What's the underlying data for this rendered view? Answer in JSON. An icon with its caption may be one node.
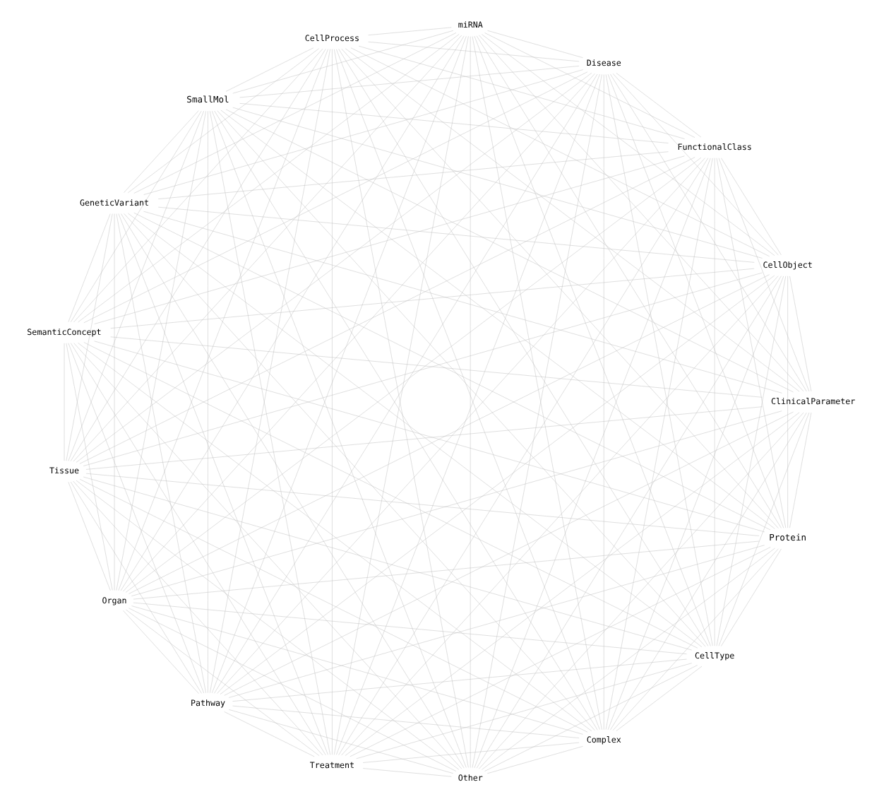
{
  "diagram": {
    "nodes": [
      {
        "text": [
          "Protein"
        ]
      },
      {
        "text": [
          "ClinicalParameter"
        ]
      },
      {
        "text": [
          "Complex"
        ]
      },
      {
        "text": [
          "Other"
        ]
      },
      {
        "text": [
          "Treatment"
        ]
      },
      {
        "text": [
          "Pathway"
        ]
      },
      {
        "text": [
          "Organ"
        ]
      },
      {
        "text": [
          "Tissue"
        ]
      },
      {
        "text": [
          "SemanticConcept"
        ]
      },
      {
        "text": [
          "GeneticVariant"
        ]
      },
      {
        "text": [
          "SmallMol"
        ]
      },
      {
        "text": [
          "CellProcess"
        ]
      },
      {
        "text": [
          "miRNA"
        ]
      },
      {
        "text": [
          "Disease"
        ]
      },
      {
        "text": [
          "FunctionalClass"
        ]
      },
      {
        "text": [
          "CellObject"
        ]
      },
      {
        "text": [
          "CellType"
        ]
      }
    ],
    "edges": [
      {
        "from": 0,
        "to": 1,
        "arrow": "none"
      },
      {
        "from": 0,
        "to": 2,
        "arrow": "none"
      },
      {
        "from": 0,
        "to": 3,
        "arrow": "none"
      },
      {
        "from": 0,
        "to": 4,
        "arrow": "none"
      },
      {
        "from": 0,
        "to": 5,
        "arrow": "none"
      },
      {
        "from": 0,
        "to": 6,
        "arrow": "none"
      },
      {
        "from": 0,
        "to": 7,
        "arrow": "none"
      },
      {
        "from": 0,
        "to": 8,
        "arrow": "none"
      },
      {
        "from": 0,
        "to": 9,
        "arrow": "none"
      },
      {
        "from": 0,
        "to": 10,
        "arrow": "none"
      },
      {
        "from": 0,
        "to": 11,
        "arrow": "none"
      },
      {
        "from": 0,
        "to": 12,
        "arrow": "none"
      },
      {
        "from": 0,
        "to": 13,
        "arrow": "none"
      },
      {
        "from": 0,
        "to": 14,
        "arrow": "none"
      },
      {
        "from": 0,
        "to": 15,
        "arrow": "none"
      },
      {
        "from": 0,
        "to": 16,
        "arrow": "none"
      },
      {
        "from": 1,
        "to": 2,
        "arrow": "none"
      },
      {
        "from": 1,
        "to": 3,
        "arrow": "none"
      },
      {
        "from": 1,
        "to": 4,
        "arrow": "none"
      },
      {
        "from": 1,
        "to": 5,
        "arrow": "none"
      },
      {
        "from": 1,
        "to": 6,
        "arrow": "none"
      },
      {
        "from": 1,
        "to": 7,
        "arrow": "none"
      },
      {
        "from": 1,
        "to": 8,
        "arrow": "none"
      },
      {
        "from": 1,
        "to": 9,
        "arrow": "none"
      },
      {
        "from": 1,
        "to": 10,
        "arrow": "none"
      },
      {
        "from": 1,
        "to": 11,
        "arrow": "none"
      },
      {
        "from": 1,
        "to": 12,
        "arrow": "none"
      },
      {
        "from": 1,
        "to": 13,
        "arrow": "none"
      },
      {
        "from": 1,
        "to": 14,
        "arrow": "none"
      },
      {
        "from": 1,
        "to": 15,
        "arrow": "none"
      },
      {
        "from": 1,
        "to": 16,
        "arrow": "none"
      },
      {
        "from": 2,
        "to": 3,
        "arrow": "none"
      },
      {
        "from": 2,
        "to": 4,
        "arrow": "none"
      },
      {
        "from": 2,
        "to": 5,
        "arrow": "none"
      },
      {
        "from": 2,
        "to": 6,
        "arrow": "none"
      },
      {
        "from": 2,
        "to": 7,
        "arrow": "none"
      },
      {
        "from": 2,
        "to": 8,
        "arrow": "none"
      },
      {
        "from": 2,
        "to": 9,
        "arrow": "none"
      },
      {
        "from": 2,
        "to": 10,
        "arrow": "none"
      },
      {
        "from": 2,
        "to": 11,
        "arrow": "none"
      },
      {
        "from": 2,
        "to": 12,
        "arrow": "none"
      },
      {
        "from": 2,
        "to": 13,
        "arrow": "none"
      },
      {
        "from": 2,
        "to": 14,
        "arrow": "none"
      },
      {
        "from": 2,
        "to": 15,
        "arrow": "none"
      },
      {
        "from": 2,
        "to": 16,
        "arrow": "none"
      },
      {
        "from": 3,
        "to": 4,
        "arrow": "none"
      },
      {
        "from": 3,
        "to": 5,
        "arrow": "none"
      },
      {
        "from": 3,
        "to": 6,
        "arrow": "none"
      },
      {
        "from": 3,
        "to": 7,
        "arrow": "none"
      },
      {
        "from": 3,
        "to": 8,
        "arrow": "none"
      },
      {
        "from": 3,
        "to": 9,
        "arrow": "none"
      },
      {
        "from": 3,
        "to": 10,
        "arrow": "none"
      },
      {
        "from": 3,
        "to": 11,
        "arrow": "none"
      },
      {
        "from": 3,
        "to": 12,
        "arrow": "none"
      },
      {
        "from": 3,
        "to": 13,
        "arrow": "none"
      },
      {
        "from": 3,
        "to": 14,
        "arrow": "none"
      },
      {
        "from": 3,
        "to": 15,
        "arrow": "none"
      },
      {
        "from": 3,
        "to": 16,
        "arrow": "none"
      },
      {
        "from": 4,
        "to": 5,
        "arrow": "none"
      },
      {
        "from": 4,
        "to": 6,
        "arrow": "none"
      },
      {
        "from": 4,
        "to": 7,
        "arrow": "none"
      },
      {
        "from": 4,
        "to": 8,
        "arrow": "none"
      },
      {
        "from": 4,
        "to": 9,
        "arrow": "none"
      },
      {
        "from": 4,
        "to": 10,
        "arrow": "none"
      },
      {
        "from": 4,
        "to": 11,
        "arrow": "none"
      },
      {
        "from": 4,
        "to": 12,
        "arrow": "none"
      },
      {
        "from": 4,
        "to": 13,
        "arrow": "none"
      },
      {
        "from": 4,
        "to": 14,
        "arrow": "none"
      },
      {
        "from": 4,
        "to": 15,
        "arrow": "none"
      },
      {
        "from": 4,
        "to": 16,
        "arrow": "none"
      },
      {
        "from": 5,
        "to": 6,
        "arrow": "none"
      },
      {
        "from": 5,
        "to": 7,
        "arrow": "none"
      },
      {
        "from": 5,
        "to": 8,
        "arrow": "none"
      },
      {
        "from": 5,
        "to": 9,
        "arrow": "none"
      },
      {
        "from": 5,
        "to": 10,
        "arrow": "none"
      },
      {
        "from": 5,
        "to": 11,
        "arrow": "none"
      },
      {
        "from": 5,
        "to": 12,
        "arrow": "none"
      },
      {
        "from": 5,
        "to": 13,
        "arrow": "none"
      },
      {
        "from": 5,
        "to": 14,
        "arrow": "none"
      },
      {
        "from": 5,
        "to": 15,
        "arrow": "none"
      },
      {
        "from": 5,
        "to": 16,
        "arrow": "none"
      },
      {
        "from": 6,
        "to": 7,
        "arrow": "none"
      },
      {
        "from": 6,
        "to": 8,
        "arrow": "none"
      },
      {
        "from": 6,
        "to": 9,
        "arrow": "none"
      },
      {
        "from": 6,
        "to": 10,
        "arrow": "none"
      },
      {
        "from": 6,
        "to": 11,
        "arrow": "none"
      },
      {
        "from": 6,
        "to": 12,
        "arrow": "none"
      },
      {
        "from": 6,
        "to": 13,
        "arrow": "none"
      },
      {
        "from": 6,
        "to": 14,
        "arrow": "none"
      },
      {
        "from": 6,
        "to": 15,
        "arrow": "none"
      },
      {
        "from": 6,
        "to": 16,
        "arrow": "none"
      },
      {
        "from": 7,
        "to": 8,
        "arrow": "none"
      },
      {
        "from": 7,
        "to": 9,
        "arrow": "none"
      },
      {
        "from": 7,
        "to": 10,
        "arrow": "none"
      },
      {
        "from": 7,
        "to": 11,
        "arrow": "none"
      },
      {
        "from": 7,
        "to": 12,
        "arrow": "none"
      },
      {
        "from": 7,
        "to": 13,
        "arrow": "none"
      },
      {
        "from": 7,
        "to": 14,
        "arrow": "none"
      },
      {
        "from": 7,
        "to": 15,
        "arrow": "none"
      },
      {
        "from": 7,
        "to": 16,
        "arrow": "none"
      },
      {
        "from": 8,
        "to": 9,
        "arrow": "none"
      },
      {
        "from": 8,
        "to": 10,
        "arrow": "none"
      },
      {
        "from": 8,
        "to": 11,
        "arrow": "none"
      },
      {
        "from": 8,
        "to": 12,
        "arrow": "none"
      },
      {
        "from": 8,
        "to": 13,
        "arrow": "none"
      },
      {
        "from": 8,
        "to": 14,
        "arrow": "none"
      },
      {
        "from": 8,
        "to": 15,
        "arrow": "none"
      },
      {
        "from": 8,
        "to": 16,
        "arrow": "none"
      },
      {
        "from": 9,
        "to": 10,
        "arrow": "none"
      },
      {
        "from": 9,
        "to": 11,
        "arrow": "none"
      },
      {
        "from": 9,
        "to": 12,
        "arrow": "none"
      },
      {
        "from": 9,
        "to": 13,
        "arrow": "none"
      },
      {
        "from": 9,
        "to": 14,
        "arrow": "none"
      },
      {
        "from": 9,
        "to": 15,
        "arrow": "none"
      },
      {
        "from": 9,
        "to": 16,
        "arrow": "none"
      },
      {
        "from": 10,
        "to": 11,
        "arrow": "none"
      },
      {
        "from": 10,
        "to": 12,
        "arrow": "none"
      },
      {
        "from": 10,
        "to": 13,
        "arrow": "none"
      },
      {
        "from": 10,
        "to": 14,
        "arrow": "none"
      },
      {
        "from": 10,
        "to": 15,
        "arrow": "none"
      },
      {
        "from": 10,
        "to": 16,
        "arrow": "none"
      },
      {
        "from": 11,
        "to": 12,
        "arrow": "none"
      },
      {
        "from": 11,
        "to": 13,
        "arrow": "none"
      },
      {
        "from": 11,
        "to": 14,
        "arrow": "none"
      },
      {
        "from": 11,
        "to": 15,
        "arrow": "none"
      },
      {
        "from": 11,
        "to": 16,
        "arrow": "none"
      },
      {
        "from": 12,
        "to": 13,
        "arrow": "none"
      },
      {
        "from": 12,
        "to": 14,
        "arrow": "none"
      },
      {
        "from": 12,
        "to": 15,
        "arrow": "none"
      },
      {
        "from": 12,
        "to": 16,
        "arrow": "none"
      },
      {
        "from": 13,
        "to": 14,
        "arrow": "none"
      },
      {
        "from": 13,
        "to": 15,
        "arrow": "none"
      },
      {
        "from": 13,
        "to": 16,
        "arrow": "none"
      },
      {
        "from": 14,
        "to": 15,
        "arrow": "none"
      },
      {
        "from": 14,
        "to": 16,
        "arrow": "none"
      },
      {
        "from": 15,
        "to": 16,
        "arrow": "none"
      }
    ]
  }
}
